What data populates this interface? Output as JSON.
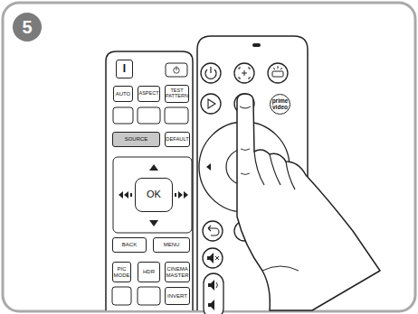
{
  "diagram": {
    "nodes": [
      {
        "text": [
          "5"
        ]
      },
      {
        "text": [
          "I"
        ]
      },
      {
        "text": [
          "AUTO"
        ]
      },
      {
        "text": [
          "ASPECT"
        ]
      },
      {
        "text": [
          "TEST PATTERN"
        ]
      },
      {
        "text": [
          "SOURCE"
        ]
      },
      {
        "text": [
          "DEFAULT"
        ]
      },
      {
        "text": [
          "OK"
        ]
      },
      {
        "text": [
          "BACK"
        ]
      },
      {
        "text": [
          "MENU"
        ]
      },
      {
        "text": [
          "PIC MODE"
        ]
      },
      {
        "text": [
          "HDR"
        ]
      },
      {
        "text": [
          "CINEMA MASTER"
        ]
      },
      {
        "text": [
          "INVERT"
        ]
      },
      {
        "text": [
          "prime video"
        ]
      }
    ]
  }
}
